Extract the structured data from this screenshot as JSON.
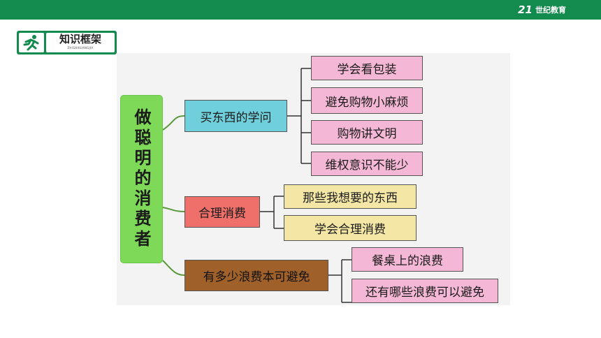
{
  "header": {
    "brand_mark": "21",
    "brand_text": "世纪教育"
  },
  "badge": {
    "icon": "running-person-icon",
    "title": "知识框架",
    "subtitle": "ZHISHIKUANGJIA"
  },
  "mindmap": {
    "root": "做聪明的消费者",
    "branches": [
      {
        "label": "买东西的学问",
        "color": "#6fd0dc",
        "leaves": [
          "学会看包装",
          "避免购物小麻烦",
          "购物讲文明",
          "维权意识不能少"
        ]
      },
      {
        "label": "合理消费",
        "color": "#ef6f6a",
        "leaves": [
          "那些我想要的东西",
          "学会合理消费"
        ]
      },
      {
        "label": "有多少浪费本可避免",
        "color": "#a0602a",
        "leaves": [
          "餐桌上的浪费",
          "还有哪些浪费可以避免"
        ]
      }
    ],
    "colors": {
      "root": "#7dd957",
      "leaf_pink": "#f4b8d6",
      "leaf_yellow": "#f4e7a6",
      "link": "#5a9a3c"
    }
  }
}
